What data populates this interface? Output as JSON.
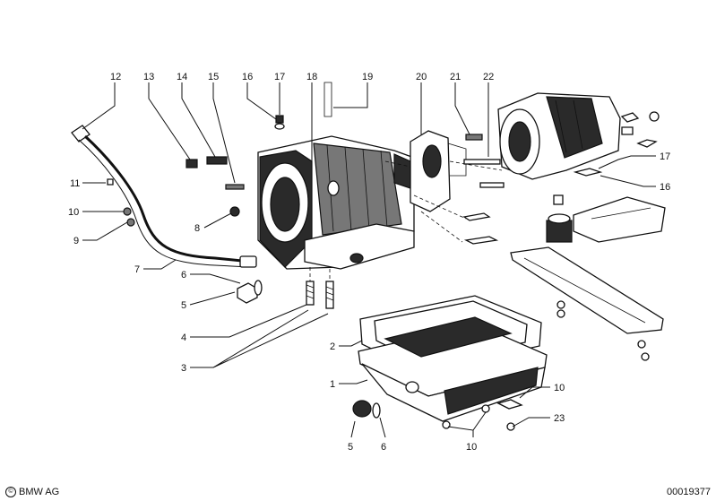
{
  "diagram": {
    "callouts": [
      "12",
      "13",
      "14",
      "15",
      "16",
      "17",
      "18",
      "19",
      "20",
      "21",
      "22",
      "11",
      "10",
      "9",
      "8",
      "7",
      "6",
      "5",
      "4",
      "3",
      "2",
      "1",
      "17",
      "16",
      "10",
      "23",
      "5",
      "6",
      "10"
    ]
  },
  "footer": {
    "copyright_symbol": "©",
    "brand": "BMW AG",
    "doc_number": "00019377"
  }
}
